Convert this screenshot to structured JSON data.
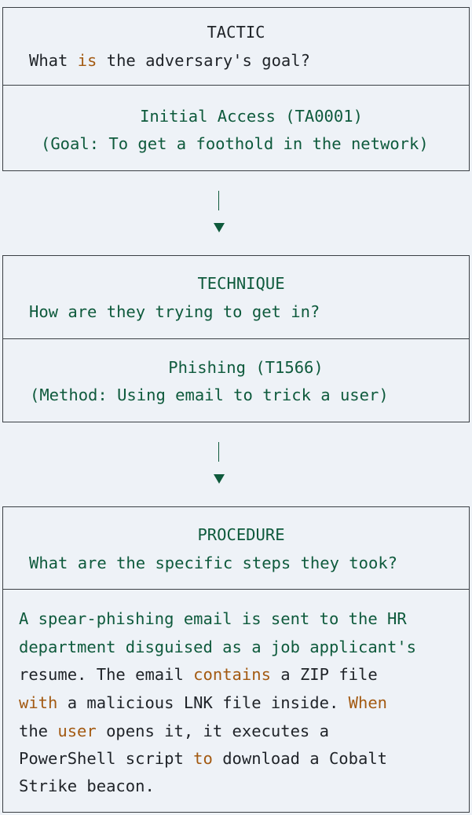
{
  "tactic": {
    "header": "TACTIC",
    "question_parts": [
      "What ",
      "is",
      " the adversary's goal?"
    ],
    "name": "Initial Access (TA0001)",
    "detail": "(Goal: To get a foothold in the network)"
  },
  "technique": {
    "header": "TECHNIQUE",
    "question": "How are they trying to get in?",
    "name": "Phishing (T1566)",
    "detail": "(Method: Using email to trick a user)"
  },
  "procedure": {
    "header": "PROCEDURE",
    "question": "What are the specific steps they took?",
    "lines": [
      [
        [
          "A spear-phishing email is sent to the HR",
          "g"
        ]
      ],
      [
        [
          "department disguised as a job applicant's",
          "g"
        ]
      ],
      [
        [
          "resume. The email ",
          "d"
        ],
        [
          "contains",
          "k"
        ],
        [
          " a ZIP file",
          "d"
        ]
      ],
      [
        [
          "with",
          "k"
        ],
        [
          " a malicious LNK file inside. ",
          "d"
        ],
        [
          "When",
          "k"
        ]
      ],
      [
        [
          "the ",
          "d"
        ],
        [
          "user",
          "k"
        ],
        [
          " opens it, it executes a",
          "d"
        ]
      ],
      [
        [
          "PowerShell script ",
          "d"
        ],
        [
          "to",
          "k"
        ],
        [
          " download a Cobalt",
          "d"
        ]
      ],
      [
        [
          "Strike beacon.",
          "d"
        ]
      ]
    ]
  },
  "colors": {
    "green_text": "#0e5a3c",
    "keyword": "#a35a12",
    "background": "#eef2f7"
  }
}
